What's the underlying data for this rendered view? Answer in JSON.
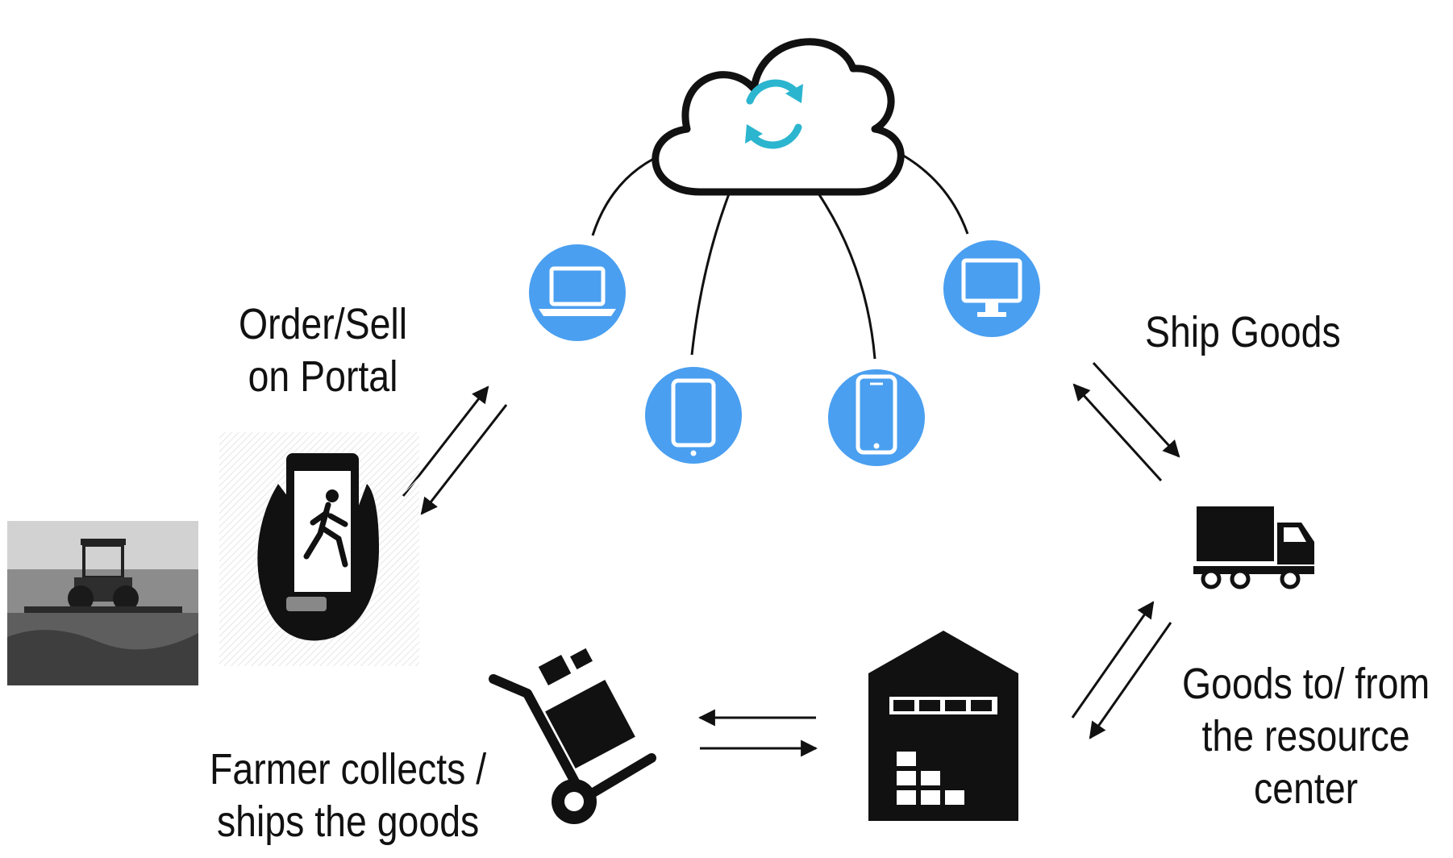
{
  "labels": {
    "order_line1": "Order/Sell",
    "order_line2": "on Portal",
    "ship": "Ship Goods",
    "goods_line1": "Goods to/ from",
    "goods_line2": "the resource",
    "goods_line3": "center",
    "farmer_line1": "Farmer collects /",
    "farmer_line2": "ships the goods"
  },
  "colors": {
    "device_circle": "#4a9ff0",
    "sync_arrows": "#2bb5cf",
    "ink": "#111111"
  },
  "icons": {
    "cloud": "cloud-sync-icon",
    "devices": [
      "laptop-icon",
      "tablet-icon",
      "smartphone-icon",
      "desktop-monitor-icon"
    ],
    "farmer_photo": "tractor-photo",
    "phone_hand": "hand-holding-phone-icon",
    "truck": "truck-icon",
    "warehouse": "warehouse-icon",
    "hand_truck": "hand-truck-icon"
  }
}
